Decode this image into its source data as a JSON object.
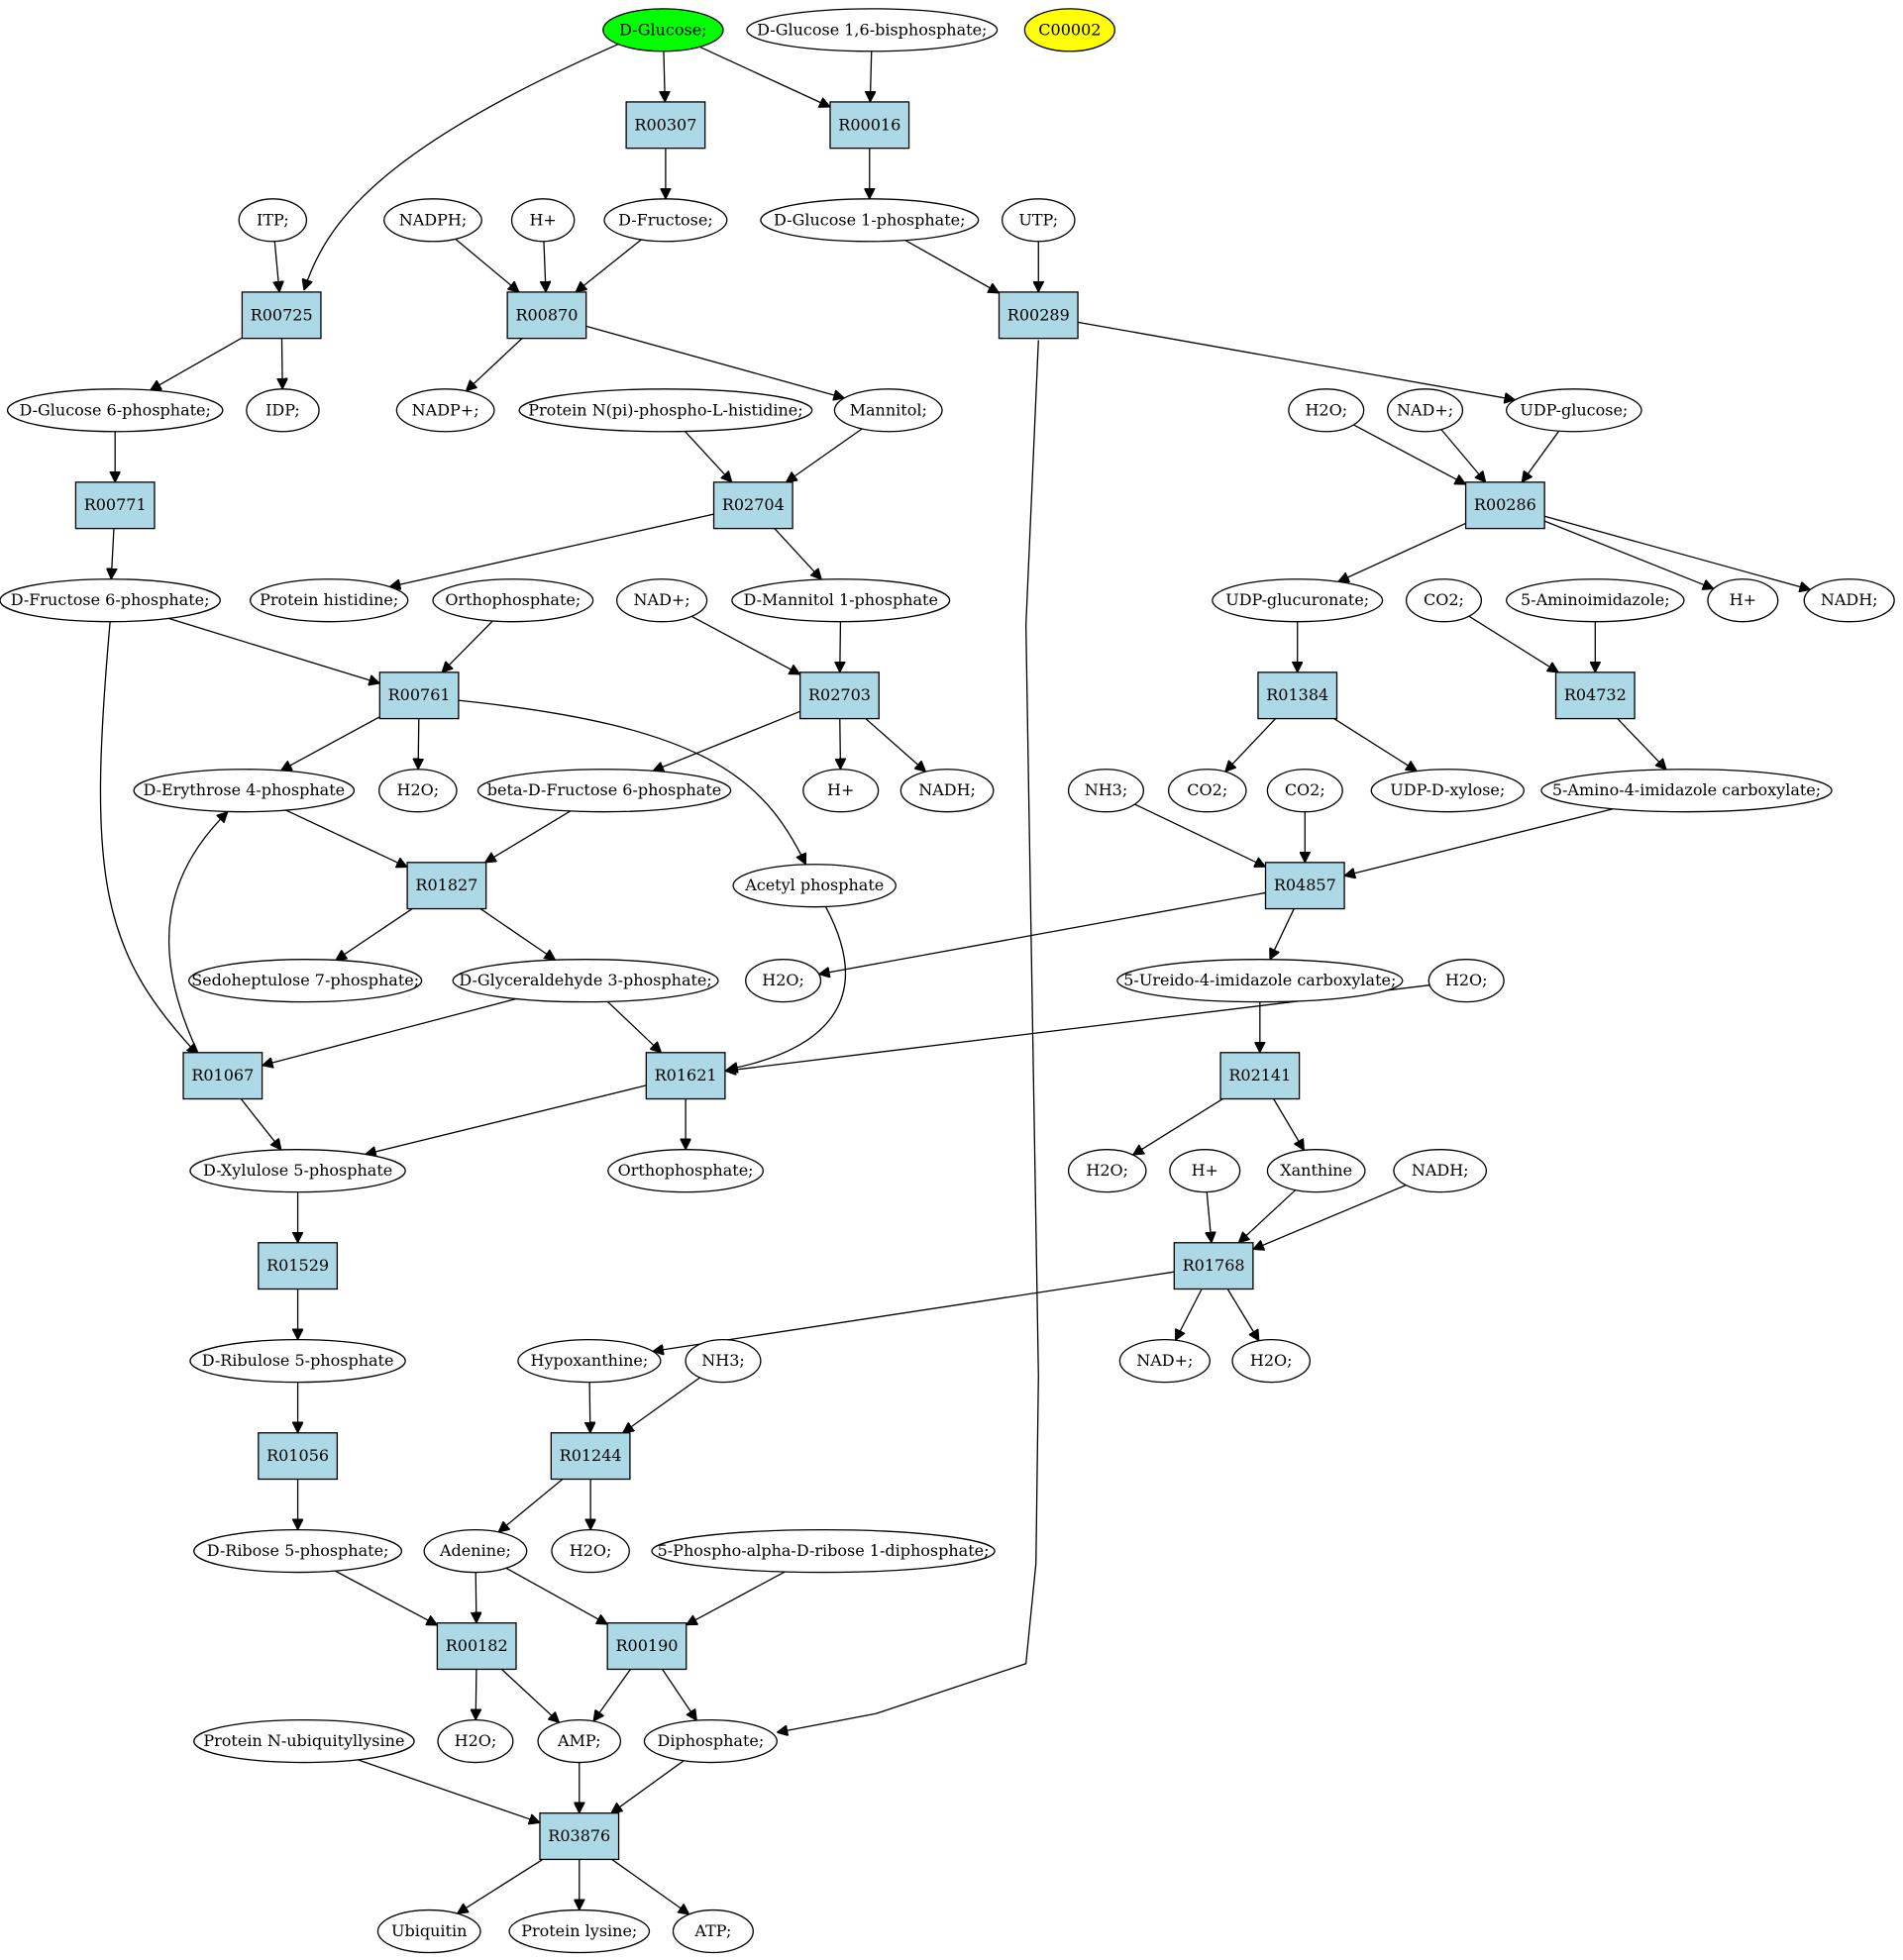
{
  "colors": {
    "reaction_fill": "#add8e6",
    "compound_fill": "#ffffff",
    "source_compound": "#00ff00",
    "highlight_compound": "#ffff00"
  },
  "compounds": [
    {
      "id": "glc",
      "label": "D-Glucose;",
      "color": "#00ff00"
    },
    {
      "id": "g16bp",
      "label": "D-Glucose 1,6-bisphosphate;"
    },
    {
      "id": "c00002",
      "label": "C00002",
      "color": "#ffff00"
    },
    {
      "id": "itp",
      "label": "ITP;"
    },
    {
      "id": "nadph",
      "label": "NADPH;"
    },
    {
      "id": "hplus1",
      "label": "H+"
    },
    {
      "id": "fru",
      "label": "D-Fructose;"
    },
    {
      "id": "g1p",
      "label": "D-Glucose 1-phosphate;"
    },
    {
      "id": "utp",
      "label": "UTP;"
    },
    {
      "id": "g6p",
      "label": "D-Glucose 6-phosphate;"
    },
    {
      "id": "idp",
      "label": "IDP;"
    },
    {
      "id": "nadpp",
      "label": "NADP+;"
    },
    {
      "id": "protnpi",
      "label": "Protein N(pi)-phospho-L-histidine;"
    },
    {
      "id": "mannitol",
      "label": "Mannitol;"
    },
    {
      "id": "h2o_a",
      "label": "H2O;"
    },
    {
      "id": "nadp_a",
      "label": "NAD+;"
    },
    {
      "id": "udpglc",
      "label": "UDP-glucose;"
    },
    {
      "id": "f6p",
      "label": "D-Fructose 6-phosphate;"
    },
    {
      "id": "prothis",
      "label": "Protein histidine;"
    },
    {
      "id": "pi1",
      "label": "Orthophosphate;"
    },
    {
      "id": "nadp_b",
      "label": "NAD+;"
    },
    {
      "id": "m1p",
      "label": "D-Mannitol 1-phosphate"
    },
    {
      "id": "udpglcua",
      "label": "UDP-glucuronate;"
    },
    {
      "id": "co2_a",
      "label": "CO2;"
    },
    {
      "id": "aim",
      "label": "5-Aminoimidazole;"
    },
    {
      "id": "hplus2",
      "label": "H+"
    },
    {
      "id": "nadh1",
      "label": "NADH;"
    },
    {
      "id": "e4p",
      "label": "D-Erythrose 4-phosphate"
    },
    {
      "id": "h2o_b",
      "label": "H2O;"
    },
    {
      "id": "bf6p",
      "label": "beta-D-Fructose 6-phosphate"
    },
    {
      "id": "hplus3",
      "label": "H+"
    },
    {
      "id": "nadh2",
      "label": "NADH;"
    },
    {
      "id": "nh3_a",
      "label": "NH3;"
    },
    {
      "id": "co2_b",
      "label": "CO2;"
    },
    {
      "id": "co2_c",
      "label": "CO2;"
    },
    {
      "id": "udpxyl",
      "label": "UDP-D-xylose;"
    },
    {
      "id": "aicarb",
      "label": "5-Amino-4-imidazole carboxylate;"
    },
    {
      "id": "acp",
      "label": "Acetyl phosphate"
    },
    {
      "id": "s7p",
      "label": "Sedoheptulose 7-phosphate;"
    },
    {
      "id": "g3p",
      "label": "D-Glyceraldehyde 3-phosphate;"
    },
    {
      "id": "h2o_c",
      "label": "H2O;"
    },
    {
      "id": "uicarb",
      "label": "5-Ureido-4-imidazole carboxylate;"
    },
    {
      "id": "h2o_d",
      "label": "H2O;"
    },
    {
      "id": "x5p",
      "label": "D-Xylulose 5-phosphate"
    },
    {
      "id": "pi2",
      "label": "Orthophosphate;"
    },
    {
      "id": "h2o_e",
      "label": "H2O;"
    },
    {
      "id": "hplus4",
      "label": "H+"
    },
    {
      "id": "xan",
      "label": "Xanthine"
    },
    {
      "id": "nadh3",
      "label": "NADH;"
    },
    {
      "id": "ru5p",
      "label": "D-Ribulose 5-phosphate"
    },
    {
      "id": "hyp",
      "label": "Hypoxanthine;"
    },
    {
      "id": "nh3_b",
      "label": "NH3;"
    },
    {
      "id": "nadp_c",
      "label": "NAD+;"
    },
    {
      "id": "h2o_f",
      "label": "H2O;"
    },
    {
      "id": "r5p",
      "label": "D-Ribose 5-phosphate;"
    },
    {
      "id": "ade",
      "label": "Adenine;"
    },
    {
      "id": "h2o_g",
      "label": "H2O;"
    },
    {
      "id": "prpp",
      "label": "5-Phospho-alpha-D-ribose 1-diphosphate;"
    },
    {
      "id": "protub",
      "label": "Protein N-ubiquityllysine"
    },
    {
      "id": "h2o_h",
      "label": "H2O;"
    },
    {
      "id": "amp",
      "label": "AMP;"
    },
    {
      "id": "ppi",
      "label": "Diphosphate;"
    },
    {
      "id": "ubq",
      "label": "Ubiquitin"
    },
    {
      "id": "protlys",
      "label": "Protein lysine;"
    },
    {
      "id": "atp",
      "label": "ATP;"
    }
  ],
  "reactions": [
    {
      "id": "R00307",
      "label": "R00307"
    },
    {
      "id": "R00016",
      "label": "R00016"
    },
    {
      "id": "R00725",
      "label": "R00725"
    },
    {
      "id": "R00870",
      "label": "R00870"
    },
    {
      "id": "R00289",
      "label": "R00289"
    },
    {
      "id": "R00771",
      "label": "R00771"
    },
    {
      "id": "R02704",
      "label": "R02704"
    },
    {
      "id": "R00286",
      "label": "R00286"
    },
    {
      "id": "R00761",
      "label": "R00761"
    },
    {
      "id": "R02703",
      "label": "R02703"
    },
    {
      "id": "R01384",
      "label": "R01384"
    },
    {
      "id": "R04732",
      "label": "R04732"
    },
    {
      "id": "R04857",
      "label": "R04857"
    },
    {
      "id": "R01827",
      "label": "R01827"
    },
    {
      "id": "R01067",
      "label": "R01067"
    },
    {
      "id": "R01621",
      "label": "R01621"
    },
    {
      "id": "R02141",
      "label": "R02141"
    },
    {
      "id": "R01768",
      "label": "R01768"
    },
    {
      "id": "R01529",
      "label": "R01529"
    },
    {
      "id": "R01056",
      "label": "R01056"
    },
    {
      "id": "R01244",
      "label": "R01244"
    },
    {
      "id": "R00182",
      "label": "R00182"
    },
    {
      "id": "R00190",
      "label": "R00190"
    },
    {
      "id": "R03876",
      "label": "R03876"
    }
  ],
  "edges": [
    [
      "glc",
      "R00307"
    ],
    [
      "glc",
      "R00016"
    ],
    [
      "glc",
      "R00725"
    ],
    [
      "g16bp",
      "R00016"
    ],
    [
      "R00307",
      "fru"
    ],
    [
      "R00016",
      "g1p"
    ],
    [
      "itp",
      "R00725"
    ],
    [
      "nadph",
      "R00870"
    ],
    [
      "hplus1",
      "R00870"
    ],
    [
      "fru",
      "R00870"
    ],
    [
      "g1p",
      "R00289"
    ],
    [
      "utp",
      "R00289"
    ],
    [
      "R00725",
      "g6p"
    ],
    [
      "R00725",
      "idp"
    ],
    [
      "R00870",
      "nadpp"
    ],
    [
      "R00870",
      "mannitol"
    ],
    [
      "R00289",
      "udpglc"
    ],
    [
      "R00289",
      "ppi"
    ],
    [
      "h2o_a",
      "R00286"
    ],
    [
      "nadp_a",
      "R00286"
    ],
    [
      "udpglc",
      "R00286"
    ],
    [
      "g6p",
      "R00771"
    ],
    [
      "protnpi",
      "R02704"
    ],
    [
      "mannitol",
      "R02704"
    ],
    [
      "R00771",
      "f6p"
    ],
    [
      "R02704",
      "prothis"
    ],
    [
      "R02704",
      "m1p"
    ],
    [
      "R00286",
      "udpglcua"
    ],
    [
      "R00286",
      "hplus2"
    ],
    [
      "R00286",
      "nadh1"
    ],
    [
      "f6p",
      "R00761"
    ],
    [
      "pi1",
      "R00761"
    ],
    [
      "nadp_b",
      "R02703"
    ],
    [
      "m1p",
      "R02703"
    ],
    [
      "udpglcua",
      "R01384"
    ],
    [
      "co2_a",
      "R04732"
    ],
    [
      "aim",
      "R04732"
    ],
    [
      "R00761",
      "e4p"
    ],
    [
      "R00761",
      "h2o_b"
    ],
    [
      "R00761",
      "acp"
    ],
    [
      "R02703",
      "bf6p"
    ],
    [
      "R02703",
      "hplus3"
    ],
    [
      "R02703",
      "nadh2"
    ],
    [
      "R01384",
      "co2_b"
    ],
    [
      "R01384",
      "udpxyl"
    ],
    [
      "R04732",
      "aicarb"
    ],
    [
      "nh3_a",
      "R04857"
    ],
    [
      "co2_c",
      "R04857"
    ],
    [
      "aicarb",
      "R04857"
    ],
    [
      "e4p",
      "R01827"
    ],
    [
      "bf6p",
      "R01827"
    ],
    [
      "R04857",
      "uicarb"
    ],
    [
      "R04857",
      "h2o_c"
    ],
    [
      "R01827",
      "s7p"
    ],
    [
      "R01827",
      "g3p"
    ],
    [
      "f6p",
      "R01067"
    ],
    [
      "g3p",
      "R01067"
    ],
    [
      "R01067",
      "e4p"
    ],
    [
      "g3p",
      "R01621"
    ],
    [
      "h2o_d",
      "R01621"
    ],
    [
      "acp",
      "R01621"
    ],
    [
      "uicarb",
      "R02141"
    ],
    [
      "R01067",
      "x5p"
    ],
    [
      "R01621",
      "x5p"
    ],
    [
      "R01621",
      "pi2"
    ],
    [
      "R02141",
      "h2o_e"
    ],
    [
      "R02141",
      "xan"
    ],
    [
      "hplus4",
      "R01768"
    ],
    [
      "xan",
      "R01768"
    ],
    [
      "nadh3",
      "R01768"
    ],
    [
      "x5p",
      "R01529"
    ],
    [
      "R01529",
      "ru5p"
    ],
    [
      "R01768",
      "hyp"
    ],
    [
      "R01768",
      "nadp_c"
    ],
    [
      "R01768",
      "h2o_f"
    ],
    [
      "ru5p",
      "R01056"
    ],
    [
      "hyp",
      "R01244"
    ],
    [
      "nh3_b",
      "R01244"
    ],
    [
      "R01056",
      "r5p"
    ],
    [
      "R01244",
      "ade"
    ],
    [
      "R01244",
      "h2o_g"
    ],
    [
      "r5p",
      "R00182"
    ],
    [
      "ade",
      "R00182"
    ],
    [
      "ade",
      "R00190"
    ],
    [
      "prpp",
      "R00190"
    ],
    [
      "R00182",
      "h2o_h"
    ],
    [
      "R00182",
      "amp"
    ],
    [
      "R00190",
      "amp"
    ],
    [
      "R00190",
      "ppi"
    ],
    [
      "protub",
      "R03876"
    ],
    [
      "amp",
      "R03876"
    ],
    [
      "ppi",
      "R03876"
    ],
    [
      "R03876",
      "ubq"
    ],
    [
      "R03876",
      "protlys"
    ],
    [
      "R03876",
      "atp"
    ]
  ]
}
